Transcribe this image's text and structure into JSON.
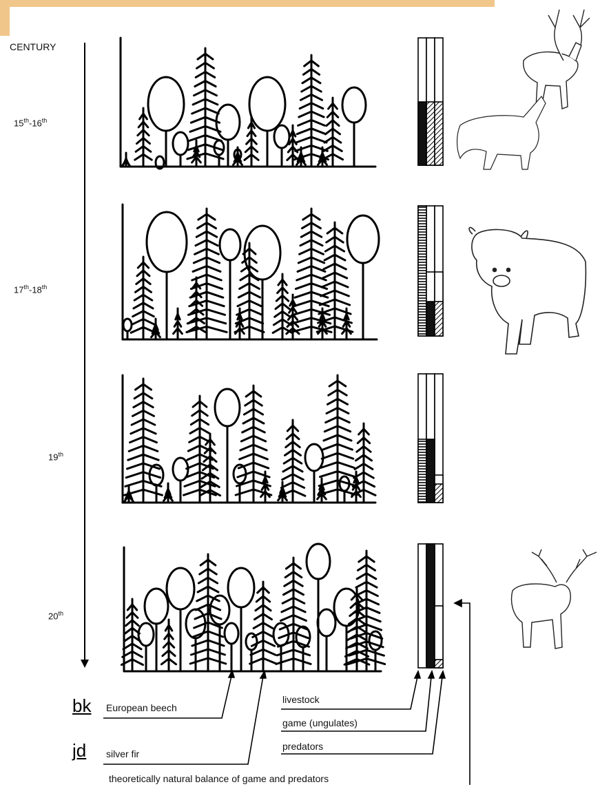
{
  "header": {
    "century_title": "CENTURY"
  },
  "periods": [
    {
      "label": "15th-16th",
      "base": "15",
      "sup1": "th",
      "mid": "-16",
      "sup2": "th"
    },
    {
      "label": "17th-18th",
      "base": "17",
      "sup1": "th",
      "mid": "-18",
      "sup2": "th"
    },
    {
      "label": "19th",
      "base": "19",
      "sup1": "th",
      "mid": "",
      "sup2": ""
    },
    {
      "label": "20th",
      "base": "20",
      "sup1": "th",
      "mid": "",
      "sup2": ""
    }
  ],
  "legend": {
    "beech_abbr": "bk",
    "beech_label": "European beech",
    "fir_abbr": "jd",
    "fir_label": "silver fir",
    "livestock_label": "livestock",
    "game_label": "game (ungulates)",
    "predators_label": "predators",
    "balance_label": "theoretically natural balance of game and predators"
  },
  "animals": [
    "deer-icon",
    "wolf-icon",
    "cow-icon",
    "deer-icon"
  ]
}
